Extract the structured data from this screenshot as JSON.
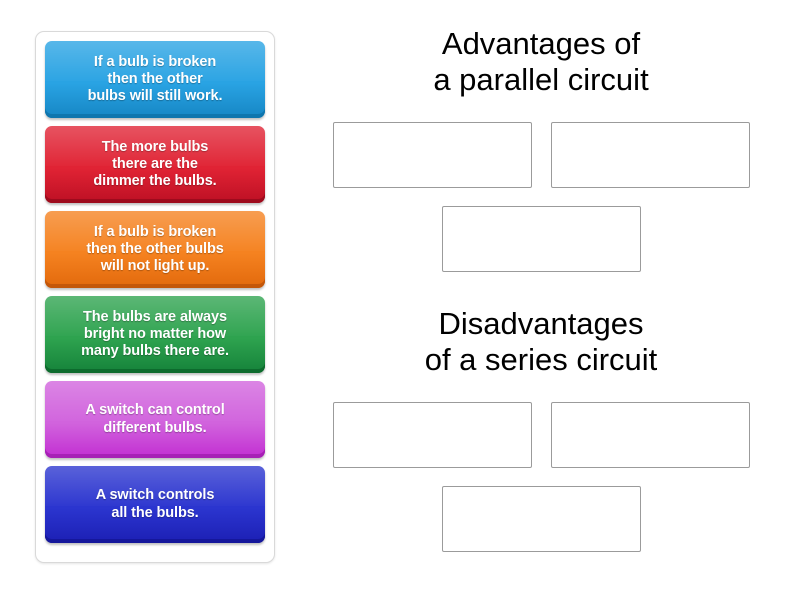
{
  "activity": {
    "type": "group-sort",
    "tray_label": "answer-tiles"
  },
  "tiles": [
    {
      "id": "tile-1",
      "text": "If a bulb is broken\nthen the other\nbulbs will still work.",
      "color": "#29a3e3",
      "color_dark": "#1686c4",
      "color_edge": "#0f76ae"
    },
    {
      "id": "tile-2",
      "text": "The more bulbs\nthere are the\ndimmer the bulbs.",
      "color": "#e02334",
      "color_dark": "#bd1024",
      "color_edge": "#9e0b1d"
    },
    {
      "id": "tile-3",
      "text": "If a bulb is broken\nthen the other bulbs\nwill not light up.",
      "color": "#f58220",
      "color_dark": "#e2690c",
      "color_edge": "#c45709"
    },
    {
      "id": "tile-4",
      "text": "The bulbs are always\nbright no matter how\nmany bulbs there are.",
      "color": "#2ea34f",
      "color_dark": "#15823a",
      "color_edge": "#0d6b2d"
    },
    {
      "id": "tile-5",
      "text": "A switch can control\ndifferent bulbs.",
      "color": "#d163dd",
      "color_dark": "#c22ed2",
      "color_edge": "#a720b6"
    },
    {
      "id": "tile-6",
      "text": "A switch controls\nall the bulbs.",
      "color": "#2b35cf",
      "color_dark": "#1c1fb4",
      "color_edge": "#15179b"
    }
  ],
  "groups": [
    {
      "id": "advantages",
      "title": "Advantages of\na parallel circuit",
      "zones": [
        {
          "id": "zone-adv-1",
          "content": ""
        },
        {
          "id": "zone-adv-2",
          "content": ""
        },
        {
          "id": "zone-adv-3",
          "content": ""
        }
      ]
    },
    {
      "id": "disadvantages",
      "title": "Disadvantages\nof a series circuit",
      "zones": [
        {
          "id": "zone-dis-1",
          "content": ""
        },
        {
          "id": "zone-dis-2",
          "content": ""
        },
        {
          "id": "zone-dis-3",
          "content": ""
        }
      ]
    }
  ]
}
